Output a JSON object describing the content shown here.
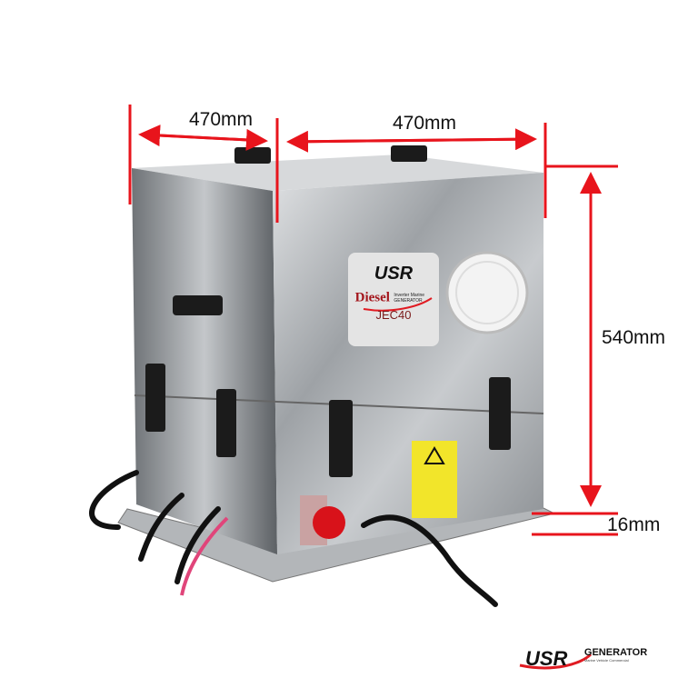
{
  "dimensions": {
    "width_left": "470mm",
    "width_right": "470mm",
    "height": "540mm",
    "base_height": "16mm"
  },
  "product_label": {
    "brand": "USR",
    "line1": "Diesel",
    "line2": "Inverter Marine GENERATOR",
    "model": "JEC40"
  },
  "footer_logo": {
    "brand": "USR",
    "word": "GENERATOR",
    "tagline": "Marine Vehicle Commercial"
  },
  "colors": {
    "dimension_line": "#e8141c",
    "steel": "#b9bcc0",
    "logo_red": "#e01b22"
  }
}
